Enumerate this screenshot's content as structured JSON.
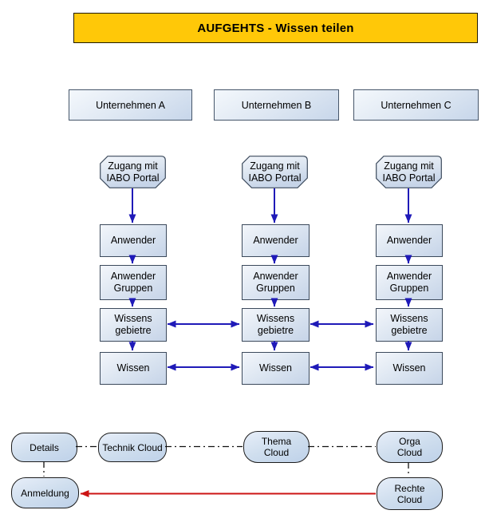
{
  "banner": {
    "title": "AUFGEHTS - Wissen teilen"
  },
  "columns": [
    {
      "header": "Unternehmen A",
      "portal": "Zugang mit\nIABO Portal",
      "nodes": [
        "Anwender",
        "Anwender\nGruppen",
        "Wissens\ngebietre",
        "Wissen"
      ]
    },
    {
      "header": "Unternehmen B",
      "portal": "Zugang mit\nIABO Portal",
      "nodes": [
        "Anwender",
        "Anwender\nGruppen",
        "Wissens\ngebietre",
        "Wissen"
      ]
    },
    {
      "header": "Unternehmen C",
      "portal": "Zugang mit\nIABO Portal",
      "nodes": [
        "Anwender",
        "Anwender\nGruppen",
        "Wissens\ngebietre",
        "Wissen"
      ]
    }
  ],
  "clouds": {
    "details": "Details",
    "technik": "Technik Cloud",
    "thema": "Thema\nCloud",
    "orga": "Orga\nCloud",
    "anmeldung": "Anmeldung",
    "rechte": "Rechte\nCloud"
  },
  "colors": {
    "banner_bg": "#ffc808",
    "node_fill_light": "#f3f6fb",
    "node_fill_dark": "#c6d4e8",
    "node_border": "#3c4a5c",
    "arrow_blue": "#1f1ab8",
    "arrow_red": "#cc1414",
    "dashdot_line": "#111111"
  }
}
